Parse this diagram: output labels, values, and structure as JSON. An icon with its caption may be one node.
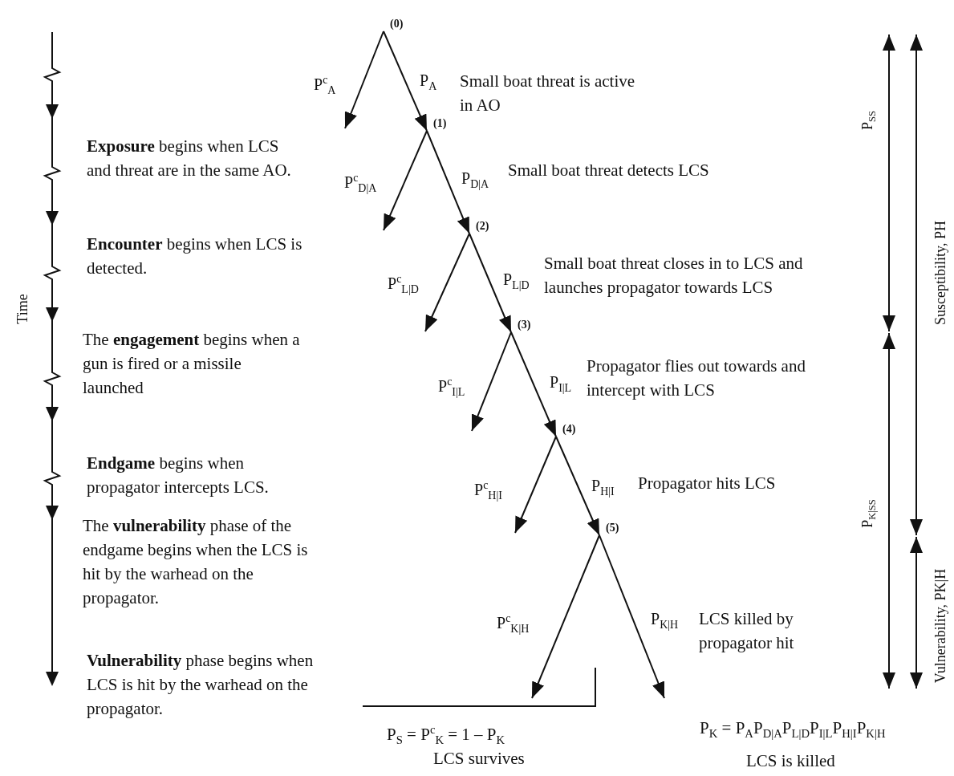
{
  "diagram": {
    "nodes": [
      {
        "text": [
          "(0)"
        ]
      },
      {
        "text": [
          "(1)"
        ]
      },
      {
        "text": [
          "(2)"
        ]
      },
      {
        "text": [
          "(3)"
        ]
      },
      {
        "text": [
          "(4)"
        ]
      },
      {
        "text": [
          "(5)"
        ]
      }
    ],
    "edges": [
      {
        "from": 0,
        "to": null,
        "arrow": "to",
        "label": "P$^{c}$$_{A}$"
      },
      {
        "from": 0,
        "to": 1,
        "arrow": "to",
        "label": "P$_{A}$"
      },
      {
        "from": 1,
        "to": null,
        "arrow": "to",
        "label": "P$^{c}$$_{D|A}$"
      },
      {
        "from": 1,
        "to": 2,
        "arrow": "to",
        "label": "P$_{D|A}$"
      },
      {
        "from": 2,
        "to": null,
        "arrow": "to",
        "label": "P$^{c}$$_{L|D}$"
      },
      {
        "from": 2,
        "to": 3,
        "arrow": "to",
        "label": "P$_{L|D}$"
      },
      {
        "from": 3,
        "to": null,
        "arrow": "to",
        "label": "P$^{c}$$_{I|L}$"
      },
      {
        "from": 3,
        "to": 4,
        "arrow": "to",
        "label": "P$_{I|L}$"
      },
      {
        "from": 4,
        "to": null,
        "arrow": "to",
        "label": "P$^{c}$$_{H|I}$"
      },
      {
        "from": 4,
        "to": 5,
        "arrow": "to",
        "label": "P$_{H|I}$"
      },
      {
        "from": 5,
        "to": null,
        "arrow": "to",
        "label": "P$^{c}$$_{K|H}$"
      },
      {
        "from": 5,
        "to": null,
        "arrow": "to",
        "label": "P$_{K|H}$"
      }
    ],
    "labels": [
      "**Exposure** begins when LCS and threat are in the same AO.",
      "**Encounter** begins when LCS is detected.",
      "Time",
      "The **engagement** begins when a gun is fired or a missile launched",
      "**Endgame** begins when propagator intercepts LCS.",
      "The **vulnerability** phase of the endgame begins when the LCS is hit by the warhead on the propagator.",
      "**Vulnerability** phase begins when LCS is hit by the warhead on the propagator.",
      "Small boat threat is active in AO",
      "Small boat threat detects LCS",
      "Small boat threat closes in to LCS and launches propagator towards LCS",
      "Propagator flies out towards and intercept with LCS",
      "Propagator hits LCS",
      "LCS killed by propagator hit",
      "P$_{SS}$",
      "Susceptibility, PH",
      "P$_{K|SS}$",
      "Vulnerability, PK|H",
      "P$_{S}$ = P$^{c}$$_{K}$ = 1 – P$_{K}$",
      "P$_{K}$ = P$_{A}$P$_{D|A}$P$_{L|D}$P$_{I|L}$P$_{H|I}$P$_{K|H}$",
      "LCS survives",
      "LCS is killed"
    ]
  }
}
